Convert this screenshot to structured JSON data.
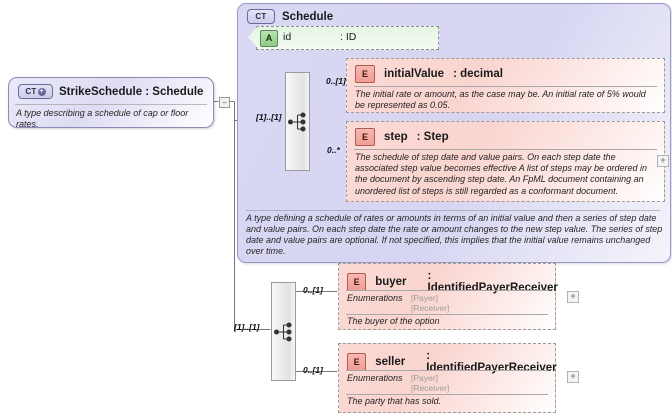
{
  "diagram": {
    "kind": "xsd-schema-diagram",
    "root": {
      "badge": "CT",
      "badge_expand": "+",
      "title": "StrikeSchedule : Schedule",
      "description": "A type describing a schedule of cap or floor rates.",
      "collapse_handle": "–"
    },
    "container": {
      "badge": "CT",
      "title": "Schedule",
      "description": "A type defining a schedule of rates or amounts in terms of an initial value and then a series of step date and value pairs. On each step date the rate or amount changes to the new step value. The series of step date and value pairs are optional. If not specified, this implies that the initial value remains unchanged over time.",
      "attribute": {
        "badge": "A",
        "name": "id",
        "type": ": ID"
      },
      "sequence": {
        "occurrence": "[1]..[1]"
      },
      "elements": [
        {
          "badge": "E",
          "name": "initialValue",
          "type": ": decimal",
          "occurrence": "0..[1]",
          "description": "The initial rate or amount, as the case may be. An initial rate of 5% would be represented as 0.05.",
          "expand": "+"
        },
        {
          "badge": "E",
          "name": "step",
          "type": ": Step",
          "occurrence": "0..*",
          "description": "The schedule of step date and value pairs. On each step date the associated step value becomes effective A list of steps may be ordered in the document by ascending step date. An FpML document containing an unordered list of steps is still regarded as a conformant document.",
          "expand": "+"
        }
      ]
    },
    "lower_sequence": {
      "occurrence": "[1]..[1]"
    },
    "lower_elements": [
      {
        "badge": "E",
        "name": "buyer",
        "type": ": IdentifiedPayerReceiver",
        "occurrence": "0..[1]",
        "enum_label": "Enumerations",
        "enum_values": [
          "[Payer]",
          "[Receiver]"
        ],
        "description": "The buyer of the option",
        "expand": "+"
      },
      {
        "badge": "E",
        "name": "seller",
        "type": ": IdentifiedPayerReceiver",
        "occurrence": "0..[1]",
        "enum_label": "Enumerations",
        "enum_values": [
          "[Payer]",
          "[Receiver]"
        ],
        "description": "The party that has sold.",
        "expand": "+"
      }
    ],
    "colors": {
      "complex_type_fill": "#d6d5f2",
      "attribute_fill": "#e4f6e2",
      "element_fill": "#fad5d0",
      "sequence_fill": "#ececec",
      "line": "#7a7a7a"
    }
  }
}
